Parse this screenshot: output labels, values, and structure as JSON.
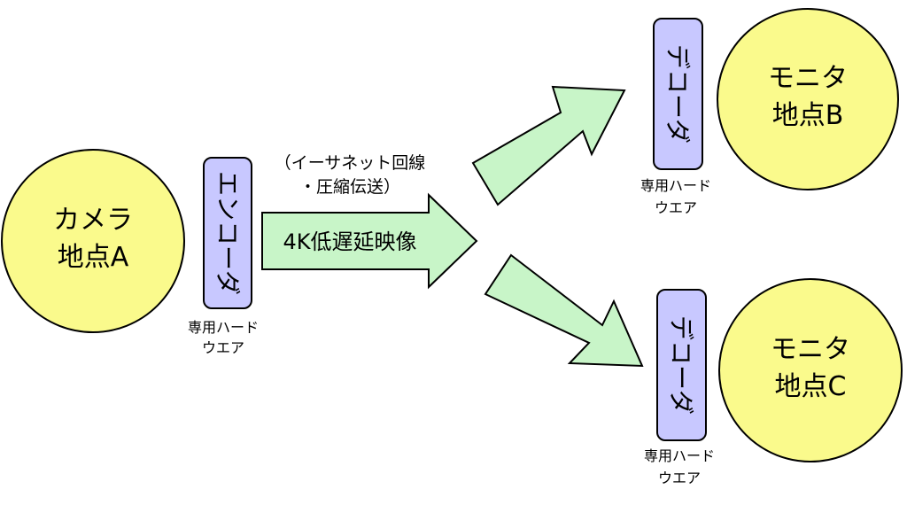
{
  "colors": {
    "circle_fill": "#fafa8c",
    "box_fill": "#c8c8ff",
    "arrow_fill": "#c8f5c8",
    "stroke": "#000000"
  },
  "camera": {
    "line1": "カメラ",
    "line2": "地点A"
  },
  "encoder": {
    "label": "エンコーダ",
    "sub1": "専用ハード",
    "sub2": "ウエア"
  },
  "transmission": {
    "note1": "（イーサネット回線",
    "note2": "・圧縮伝送）",
    "arrow_label": "4K低遅延映像"
  },
  "decoder_b": {
    "label": "デコーダ",
    "sub1": "専用ハード",
    "sub2": "ウエア"
  },
  "decoder_c": {
    "label": "デコーダ",
    "sub1": "専用ハード",
    "sub2": "ウエア"
  },
  "monitor_b": {
    "line1": "モニタ",
    "line2": "地点B"
  },
  "monitor_c": {
    "line1": "モニタ",
    "line2": "地点C"
  }
}
